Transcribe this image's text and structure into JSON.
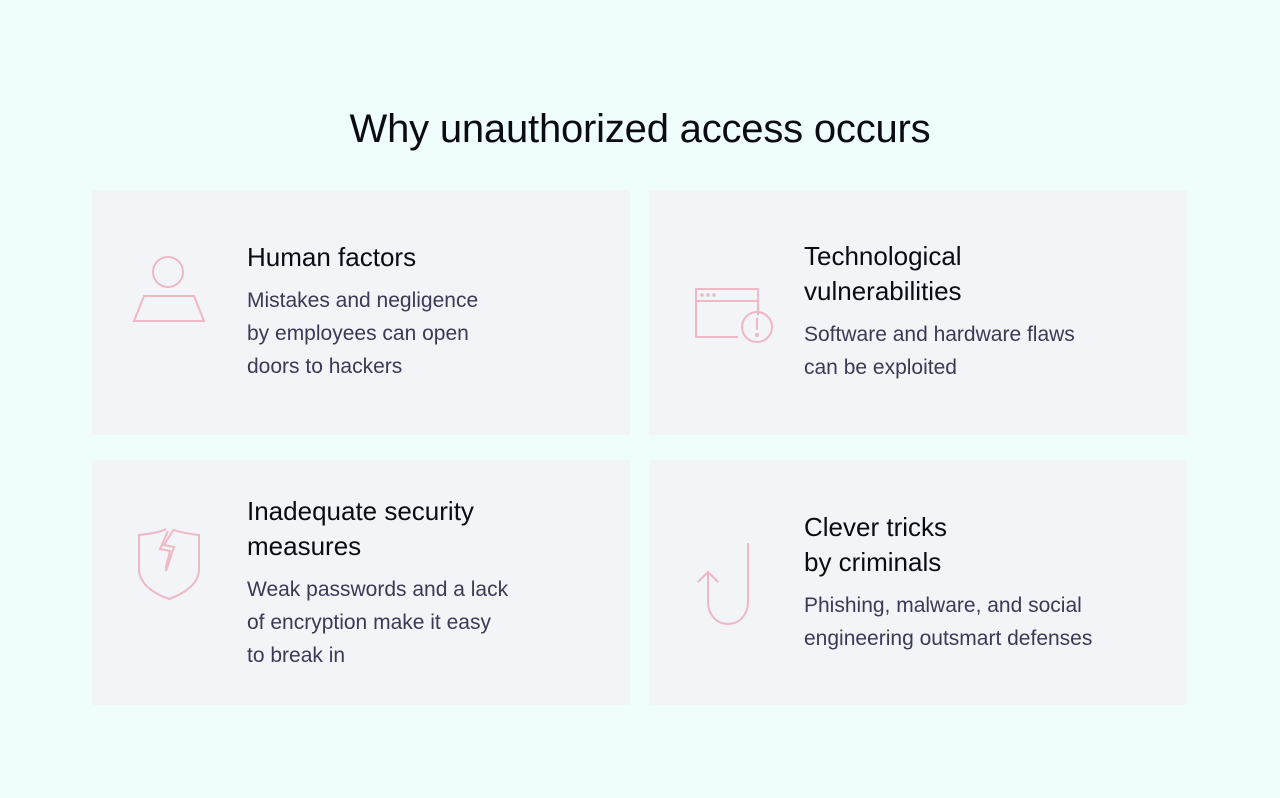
{
  "page": {
    "title": "Why unauthorized access occurs",
    "accent_color": "#eeb8c4"
  },
  "cards": [
    {
      "icon": "person-icon",
      "title_lines": [
        "Human factors"
      ],
      "description_lines": [
        "Mistakes and negligence",
        "by employees can open",
        "doors to hackers"
      ]
    },
    {
      "icon": "browser-warning-icon",
      "title_lines": [
        "Technological",
        "vulnerabilities"
      ],
      "description_lines": [
        "Software and hardware flaws",
        "can be exploited"
      ]
    },
    {
      "icon": "broken-shield-icon",
      "title_lines": [
        "Inadequate security",
        "measures"
      ],
      "description_lines": [
        "Weak passwords and a lack",
        "of encryption make it easy",
        "to break in"
      ]
    },
    {
      "icon": "hook-arrow-icon",
      "title_lines": [
        "Clever tricks",
        "by criminals"
      ],
      "description_lines": [
        "Phishing, malware, and social",
        "engineering outsmart defenses"
      ]
    }
  ]
}
